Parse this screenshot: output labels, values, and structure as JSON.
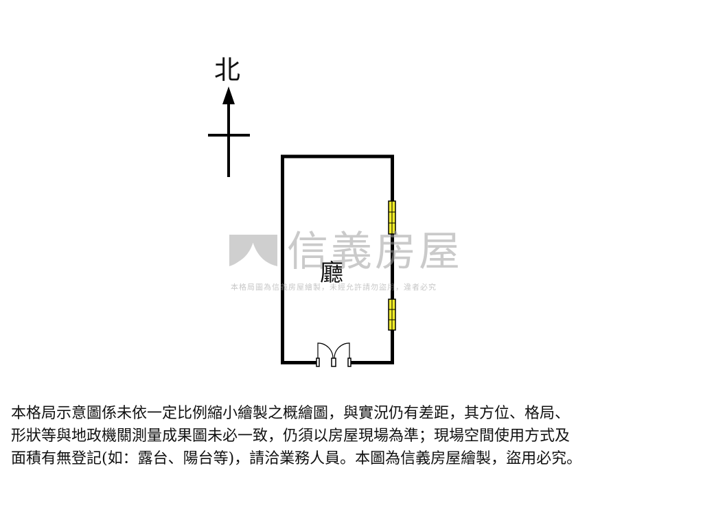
{
  "compass": {
    "north_label": "北",
    "icon": "north-arrow-icon"
  },
  "floor_plan": {
    "rooms": [
      {
        "label": "廳"
      }
    ],
    "wall_color": "#000000",
    "window_color": "#f2ee2a",
    "features": [
      "window",
      "window",
      "double-door"
    ]
  },
  "watermark": {
    "brand": "信義房屋",
    "note": "本格局圖為信義房屋繪製，未經允許請勿盜用，違者必究",
    "logo_icon": "sinyi-logo-icon",
    "color": "#a0a0a0"
  },
  "disclaimer": {
    "lines": [
      "本格局示意圖係未依一定比例縮小繪製之概繪圖，與實況仍有差距，其方位、格局、",
      "形狀等與地政機關測量成果圖未必一致，仍須以房屋現場為準；現場空間使用方式及",
      "面積有無登記(如：露台、陽台等)，請洽業務人員。本圖為信義房屋繪製，盜用必究。"
    ]
  }
}
